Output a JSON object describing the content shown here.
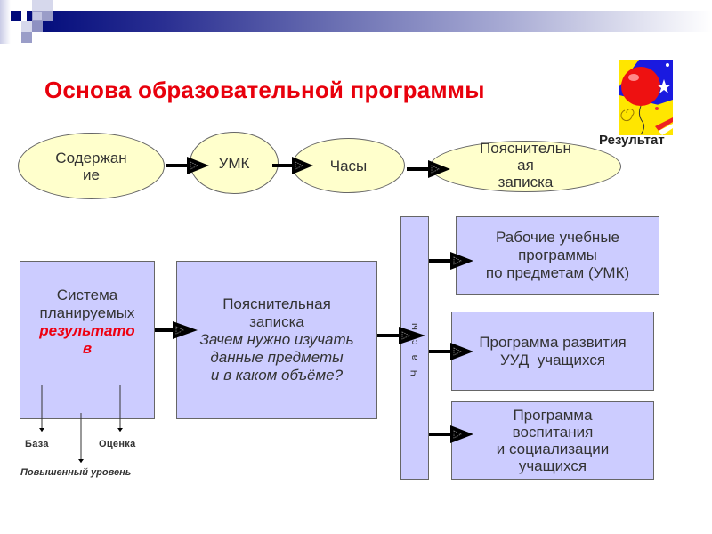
{
  "slide": {
    "title": "Основа образовательной программы",
    "result_label": "Результат",
    "clipart_icon": "balloon-party-clipart"
  },
  "top_flow": [
    {
      "line1": "Содержан",
      "line2": "ие"
    },
    {
      "line1": "УМК"
    },
    {
      "line1": "Часы"
    },
    {
      "line1": "Пояснительн",
      "line2": "ая",
      "line3": "записка"
    }
  ],
  "planned_results": {
    "line1": "Система",
    "line2": "планируемых",
    "line3": "результато",
    "line4": "в",
    "highlight_color": "#ee0011",
    "branches": {
      "base": "База",
      "assessment": "Оценка",
      "advanced": "Повышенный уровень"
    }
  },
  "explanatory_note": {
    "line1": "Пояснительная",
    "line2": "записка",
    "line3": "Зачем нужно изучать",
    "line4": "данные предметы",
    "line5": "и в каком объёме?"
  },
  "hours_bar": {
    "label": "Ч а с ы"
  },
  "outputs": [
    {
      "line1": "Рабочие учебные",
      "line2": "программы",
      "line3": "по предметам (УМК)"
    },
    {
      "line1": "Программа развития",
      "line2": "УУД  учащихся"
    },
    {
      "line1": "Программа",
      "line2": "воспитания",
      "line3": "и социализации",
      "line4": "учащихся"
    }
  ],
  "colors": {
    "title": "#e8000c",
    "ellipse_fill": "#ffffcc",
    "box_fill": "#ccccff",
    "banner_dark": "#000a7a"
  }
}
